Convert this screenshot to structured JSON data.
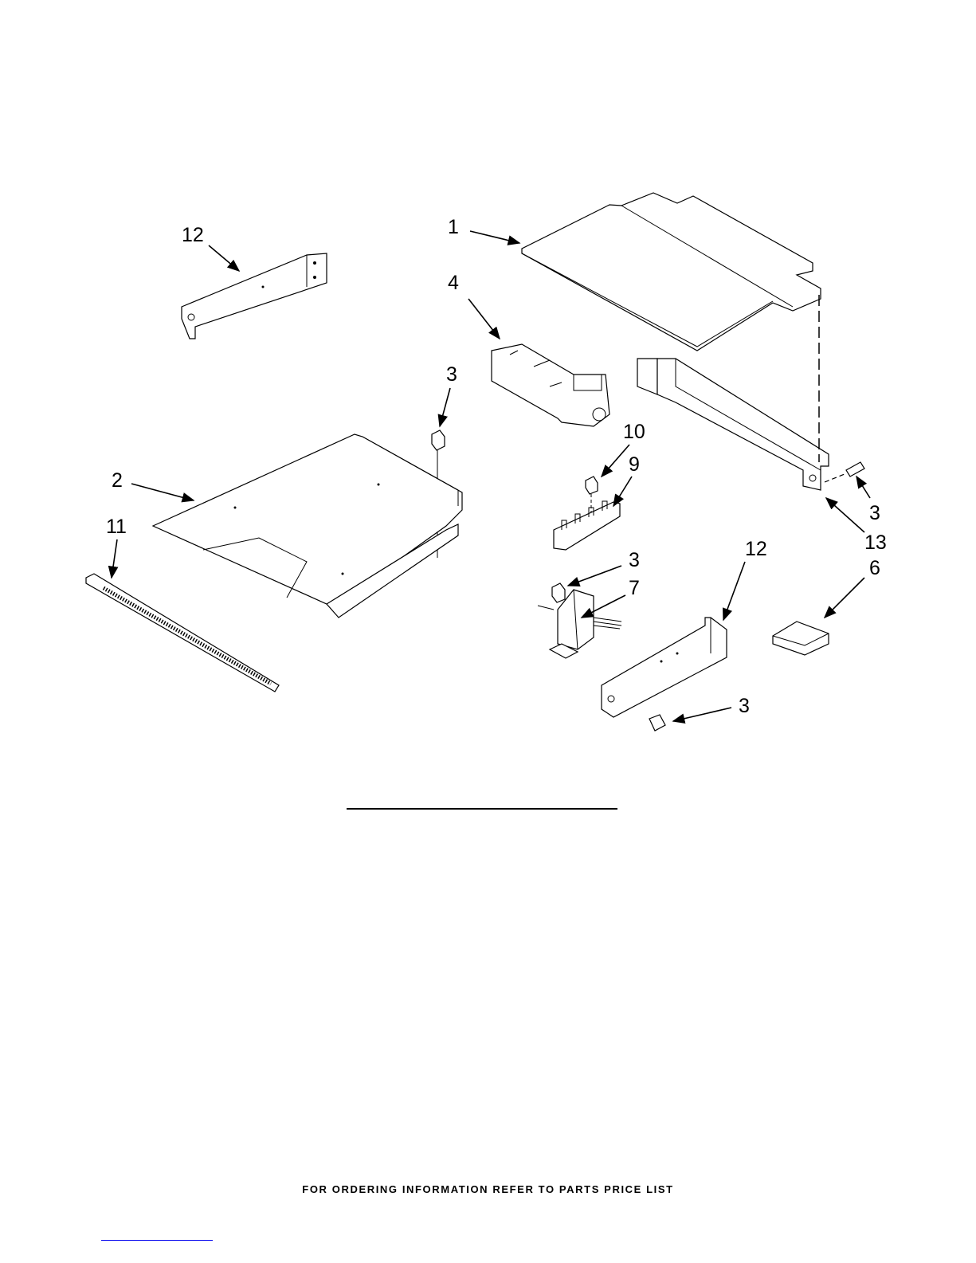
{
  "callouts": {
    "c12a": "12",
    "c1": "1",
    "c4": "4",
    "c3a": "3",
    "c2": "2",
    "c11": "11",
    "c10": "10",
    "c9": "9",
    "c3b": "3",
    "c13": "13",
    "c3c": "3",
    "c7": "7",
    "c12b": "12",
    "c6": "6",
    "c3d": "3"
  },
  "footer": "FOR ORDERING INFORMATION REFER TO PARTS PRICE LIST",
  "colors": {
    "link": "#0000ee",
    "ink": "#000000"
  }
}
